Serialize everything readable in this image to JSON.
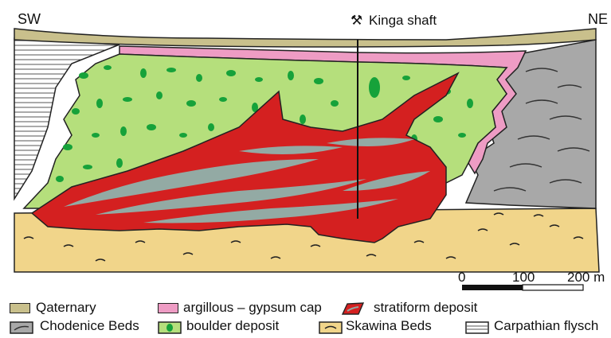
{
  "labels": {
    "sw": "SW",
    "ne": "NE",
    "shaft": "Kinga shaft"
  },
  "icons": {
    "shaft": "hammer-and-pick-icon"
  },
  "scale": {
    "ticks": [
      "0",
      "100",
      "200 m"
    ]
  },
  "legend": [
    {
      "key": "quaternary",
      "label": "Qaternary",
      "color": "#c9c08c"
    },
    {
      "key": "gypsum-cap",
      "label": "argillous – gypsum cap",
      "color": "#ee9cc4"
    },
    {
      "key": "stratiform",
      "label": "stratiform deposit",
      "color": "#d42020"
    },
    {
      "key": "chodenice",
      "label": "Chodenice Beds",
      "color": "#a8a8a8"
    },
    {
      "key": "boulder",
      "label": "boulder deposit",
      "color": "#b5df7c"
    },
    {
      "key": "skawina",
      "label": "Skawina Beds",
      "color": "#f1d58a"
    },
    {
      "key": "flysch",
      "label": "Carpathian flysch",
      "color": "#e6e6e6"
    }
  ],
  "colors": {
    "boulder_fill": "#b5df7c",
    "boulder_dot": "#16a23a",
    "stratiform_fill": "#d42020",
    "stratiform_inner": "#93aaa4",
    "skawina_fill": "#f1d58a",
    "chodenice_fill": "#a8a8a8",
    "gypsum_fill": "#ee9cc4",
    "quaternary_fill": "#c9c08c"
  }
}
